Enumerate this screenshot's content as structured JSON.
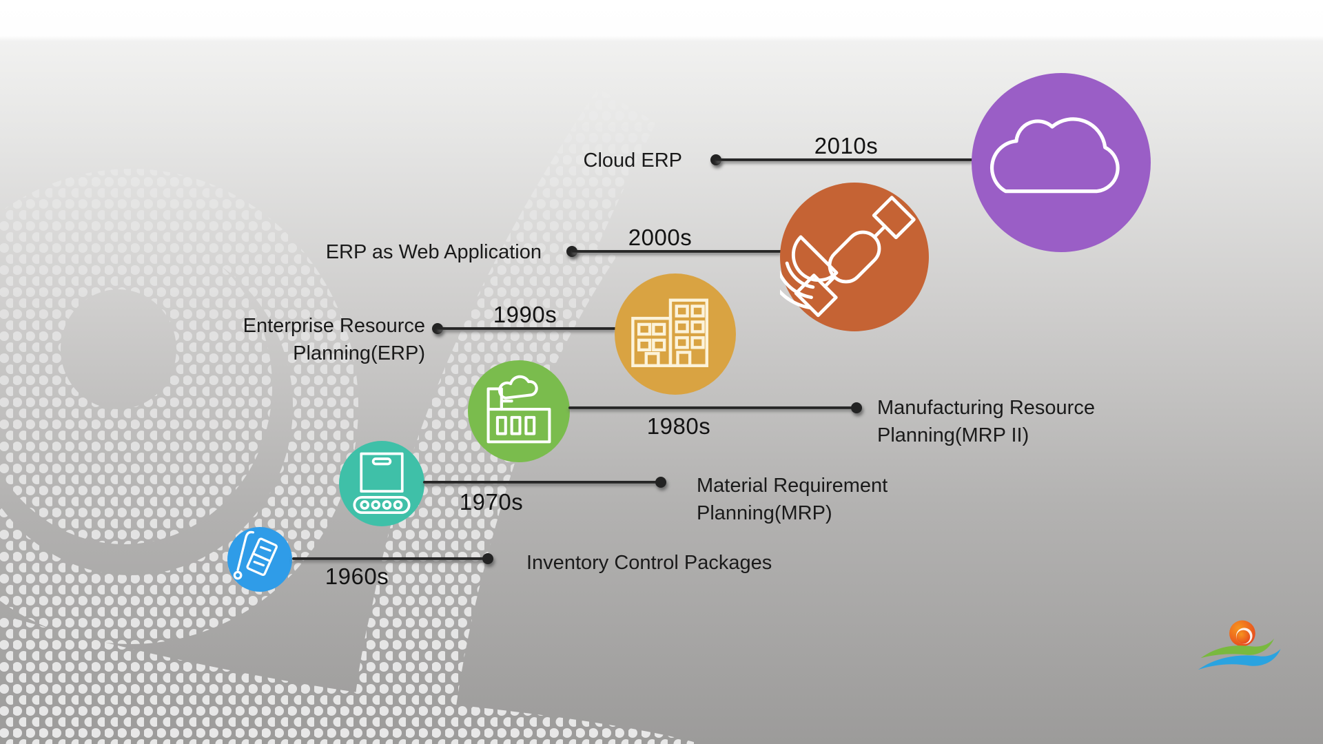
{
  "slide_type": "timeline-infographic",
  "colors": {
    "line_dark": "#262626",
    "text_dark": "#1a1a1a",
    "background_top": "#ffffff",
    "background_bottom": "#9c9b9a",
    "pattern_dot": "#ededed"
  },
  "events": [
    {
      "year": "1960s",
      "label_lines": [
        "Inventory Control Packages"
      ],
      "label_side": "right",
      "circle_color": "#2f9ce8",
      "icon": "hand-truck-icon"
    },
    {
      "year": "1970s",
      "label_lines": [
        "Material Requirement",
        "Planning(MRP)"
      ],
      "label_side": "right",
      "circle_color": "#3fc0a8",
      "icon": "packaging-machine-icon"
    },
    {
      "year": "1980s",
      "label_lines": [
        "Manufacturing Resource",
        "Planning(MRP II)"
      ],
      "label_side": "right",
      "circle_color": "#7abc4d",
      "icon": "factory-icon"
    },
    {
      "year": "1990s",
      "label_lines": [
        "Enterprise Resource",
        "Planning(ERP)"
      ],
      "label_side": "left",
      "circle_color": "#d9a342",
      "icon": "office-building-icon"
    },
    {
      "year": "2000s",
      "label_lines": [
        "ERP as Web Application"
      ],
      "label_side": "left",
      "circle_color": "#c56334",
      "icon": "satellite-icon"
    },
    {
      "year": "2010s",
      "label_lines": [
        "Cloud ERP"
      ],
      "label_side": "left",
      "circle_color": "#9a5ec6",
      "icon": "cloud-icon"
    }
  ],
  "logo": {
    "colors": {
      "ball_light": "#f7941e",
      "ball_dark": "#e23b1e",
      "green": "#79b93f",
      "blue": "#2aa3e0"
    }
  }
}
